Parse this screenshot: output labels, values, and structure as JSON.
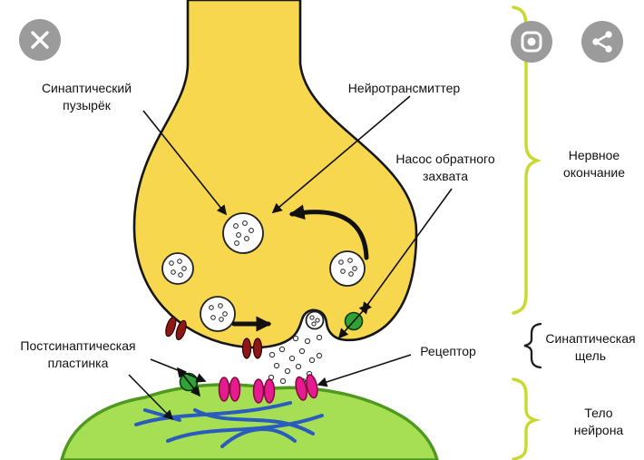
{
  "overlay": {
    "buttons": [
      {
        "name": "close",
        "icon": "close-icon"
      },
      {
        "name": "lens-search",
        "icon": "lens-icon"
      },
      {
        "name": "share",
        "icon": "share-icon"
      }
    ]
  },
  "diagram": {
    "labels": {
      "synaptic_vesicle": "Синаптический пузырёк",
      "neurotransmitter": "Нейротрансмиттер",
      "reuptake_pump": "Насос обратного захвата",
      "nerve_ending": "Нервное окончание",
      "postsynaptic_plate": "Постсинаптическая пластинка",
      "receptor": "Рецептор",
      "synaptic_cleft": "Синаптическая щель",
      "neuron_body": "Тело нейрона"
    },
    "colors": {
      "terminal_fill": "#F6D74D",
      "cell_fill": "#A6DE54",
      "cell_stroke": "#4F9A1E",
      "channel": "#8F1616",
      "pump": "#2FA336",
      "receptor": "#E41C8F",
      "fiber": "#2A5BBE",
      "brace": "#C9D92F",
      "button_bg": "#9B9B9B"
    }
  }
}
